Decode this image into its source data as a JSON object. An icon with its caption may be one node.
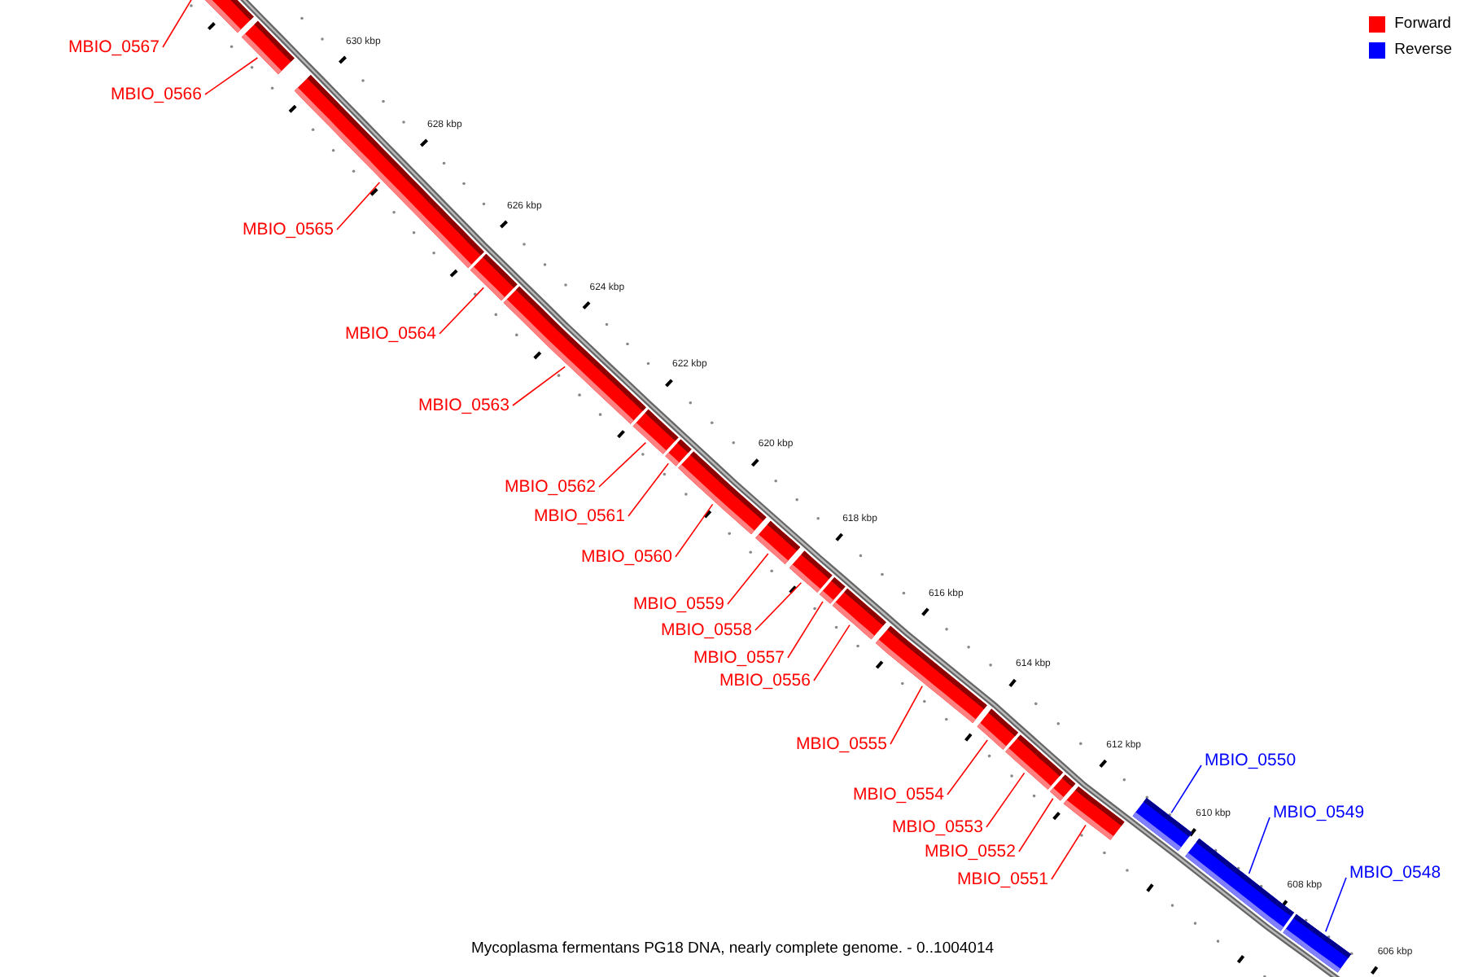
{
  "diagram": {
    "caption": "Mycoplasma fermentans PG18 DNA, nearly complete genome. - 0..1004014",
    "nodes": [
      {
        "text": [
          "MBIO_0567"
        ]
      },
      {
        "text": [],
        "shape": "bar"
      },
      {
        "text": [
          "MBIO_0566"
        ]
      },
      {
        "text": [],
        "shape": "bar"
      },
      {
        "text": [
          "MBIO_0565"
        ]
      },
      {
        "text": [],
        "shape": "bar"
      },
      {
        "text": [
          "MBIO_0564"
        ]
      },
      {
        "text": [],
        "shape": "bar"
      },
      {
        "text": [
          "MBIO_0563"
        ]
      },
      {
        "text": [],
        "shape": "bar"
      },
      {
        "text": [
          "MBIO_0562"
        ]
      },
      {
        "text": [],
        "shape": "bar"
      },
      {
        "text": [
          "MBIO_0561"
        ]
      },
      {
        "text": [],
        "shape": "bar"
      },
      {
        "text": [
          "MBIO_0560"
        ]
      },
      {
        "text": [],
        "shape": "bar"
      },
      {
        "text": [
          "MBIO_0559"
        ]
      },
      {
        "text": [],
        "shape": "bar"
      },
      {
        "text": [
          "MBIO_0558"
        ]
      },
      {
        "text": [],
        "shape": "bar"
      },
      {
        "text": [
          "MBIO_0557"
        ]
      },
      {
        "text": [],
        "shape": "bar"
      },
      {
        "text": [
          "MBIO_0556"
        ]
      },
      {
        "text": [],
        "shape": "bar"
      },
      {
        "text": [
          "MBIO_0555"
        ]
      },
      {
        "text": [],
        "shape": "bar"
      },
      {
        "text": [
          "MBIO_0554"
        ]
      },
      {
        "text": [],
        "shape": "bar"
      },
      {
        "text": [
          "MBIO_0553"
        ]
      },
      {
        "text": [],
        "shape": "bar"
      },
      {
        "text": [
          "MBIO_0552"
        ]
      },
      {
        "text": [],
        "shape": "bar"
      },
      {
        "text": [
          "MBIO_0551"
        ]
      },
      {
        "text": [],
        "shape": "bar"
      },
      {
        "text": [
          "MBIO_0550"
        ]
      },
      {
        "text": [],
        "shape": "bar"
      },
      {
        "text": [
          "MBIO_0549"
        ]
      },
      {
        "text": [],
        "shape": "bar"
      },
      {
        "text": [
          "MBIO_0548"
        ]
      },
      {
        "text": [],
        "shape": "bar"
      }
    ],
    "edges": [
      {
        "from": 0,
        "to": 1,
        "arrow": "none"
      },
      {
        "from": 2,
        "to": 3,
        "arrow": "none"
      },
      {
        "from": 4,
        "to": 5,
        "arrow": "none"
      },
      {
        "from": 6,
        "to": 7,
        "arrow": "none"
      },
      {
        "from": 8,
        "to": 9,
        "arrow": "none"
      },
      {
        "from": 10,
        "to": 11,
        "arrow": "none"
      },
      {
        "from": 12,
        "to": 13,
        "arrow": "none"
      },
      {
        "from": 14,
        "to": 15,
        "arrow": "none"
      },
      {
        "from": 16,
        "to": 17,
        "arrow": "none"
      },
      {
        "from": 18,
        "to": 19,
        "arrow": "none"
      },
      {
        "from": 20,
        "to": 21,
        "arrow": "none"
      },
      {
        "from": 22,
        "to": 23,
        "arrow": "none"
      },
      {
        "from": 24,
        "to": 25,
        "arrow": "none"
      },
      {
        "from": 26,
        "to": 27,
        "arrow": "none"
      },
      {
        "from": 28,
        "to": 29,
        "arrow": "none"
      },
      {
        "from": 30,
        "to": 31,
        "arrow": "none"
      },
      {
        "from": 32,
        "to": 33,
        "arrow": "none"
      },
      {
        "from": 34,
        "to": 35,
        "arrow": "none",
        "color": "#0000ff"
      },
      {
        "from": 36,
        "to": 37,
        "arrow": "none",
        "color": "#0000ff"
      },
      {
        "from": 38,
        "to": 39,
        "arrow": "none",
        "color": "#0000ff"
      }
    ],
    "labels": [
      "630 kbp",
      "628 kbp",
      "626 kbp",
      "624 kbp",
      "622 kbp",
      "620 kbp",
      "618 kbp",
      "616 kbp",
      "614 kbp",
      "612 kbp",
      "610 kbp",
      "608 kbp",
      "606 kbp"
    ],
    "legend": [
      {
        "text": "Forward",
        "color": "#ff0000"
      },
      {
        "text": "Reverse",
        "color": "#0000ff"
      }
    ]
  }
}
